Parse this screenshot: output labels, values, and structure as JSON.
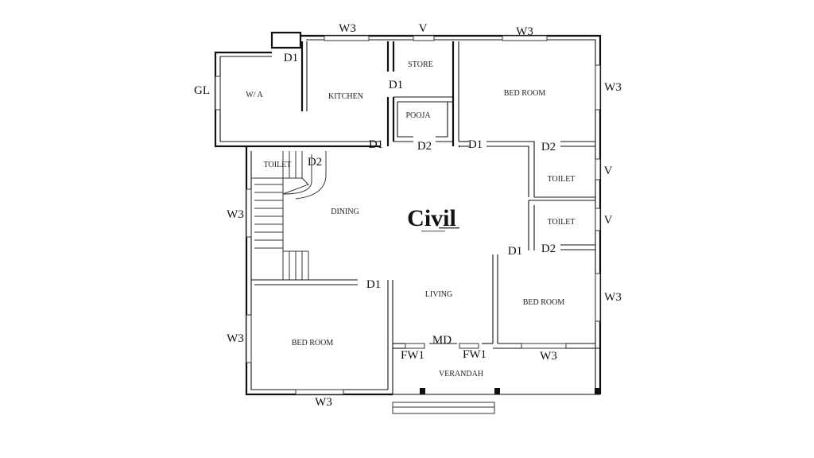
{
  "rooms": {
    "wa": "W/ A",
    "kitchen": "KITCHEN",
    "store": "STORE",
    "pooja": "POOJA",
    "bedroom_ne": "BED ROOM",
    "toilet_west": "TOILET",
    "toilet_east_1": "TOILET",
    "toilet_east_2": "TOILET",
    "dining": "DINING",
    "living": "LIVING",
    "bedroom_se": "BED ROOM",
    "bedroom_sw": "BED ROOM",
    "verandah": "VERANDAH"
  },
  "openings": {
    "w3_top_kitchen": "W3",
    "v_top_store": "V",
    "w3_top_bed": "W3",
    "d1_wa": "D1",
    "gl": "GL",
    "d1_store": "D1",
    "w3_east_bed": "W3",
    "d1_kitchen": "D1",
    "d2_pooja": "D2",
    "d1_bedroom_ne": "D1",
    "d2_toilet_ne": "D2",
    "v_toilet_1": "V",
    "d2_toilet_west": "D2",
    "w3_west_stair": "W3",
    "v_toilet_2": "V",
    "d1_bedroom_se": "D1",
    "d2_toilet_se": "D2",
    "d1_bedroom_sw": "D1",
    "w3_east_bed_se": "W3",
    "w3_west_bed_sw": "W3",
    "md": "MD",
    "fw1_left": "FW1",
    "fw1_right": "FW1",
    "w3_south_bed_se": "W3",
    "w3_bottom": "W3"
  },
  "logo": {
    "text": "Civil"
  }
}
